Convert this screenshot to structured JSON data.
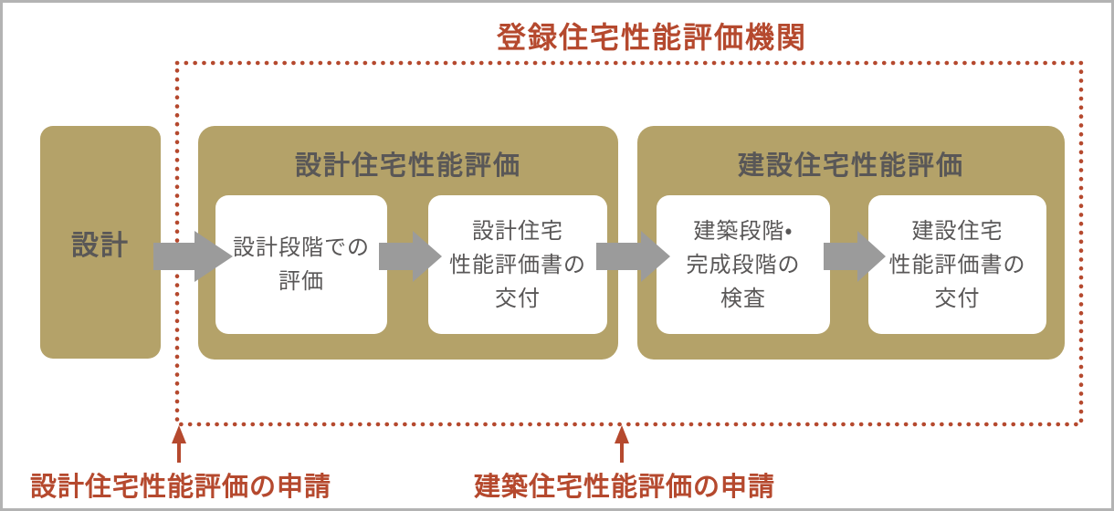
{
  "diagram": {
    "title": "登録住宅性能評価機関",
    "design_box": {
      "label": "設計"
    },
    "sections": [
      {
        "title": "設計住宅性能評価",
        "steps": [
          {
            "lines": [
              "設計段階での",
              "評価"
            ]
          },
          {
            "lines": [
              "設計住宅",
              "性能評価書の",
              "交付"
            ]
          }
        ]
      },
      {
        "title": "建設住宅性能評価",
        "steps": [
          {
            "lines": [
              "建築段階・",
              "完成段階の",
              "検査"
            ]
          },
          {
            "lines": [
              "建設住宅",
              "性能評価書の",
              "交付"
            ]
          }
        ]
      }
    ],
    "annotations": [
      {
        "label": "設計住宅性能評価の申請"
      },
      {
        "label": "建築住宅性能評価の申請"
      }
    ],
    "colors": {
      "tan_box": "#b4a269",
      "accent_red": "#b5492e",
      "arrow_gray": "#9b9b9b",
      "text_dark": "#595757",
      "frame_border": "#b3b3b3",
      "step_background": "#ffffff"
    }
  }
}
